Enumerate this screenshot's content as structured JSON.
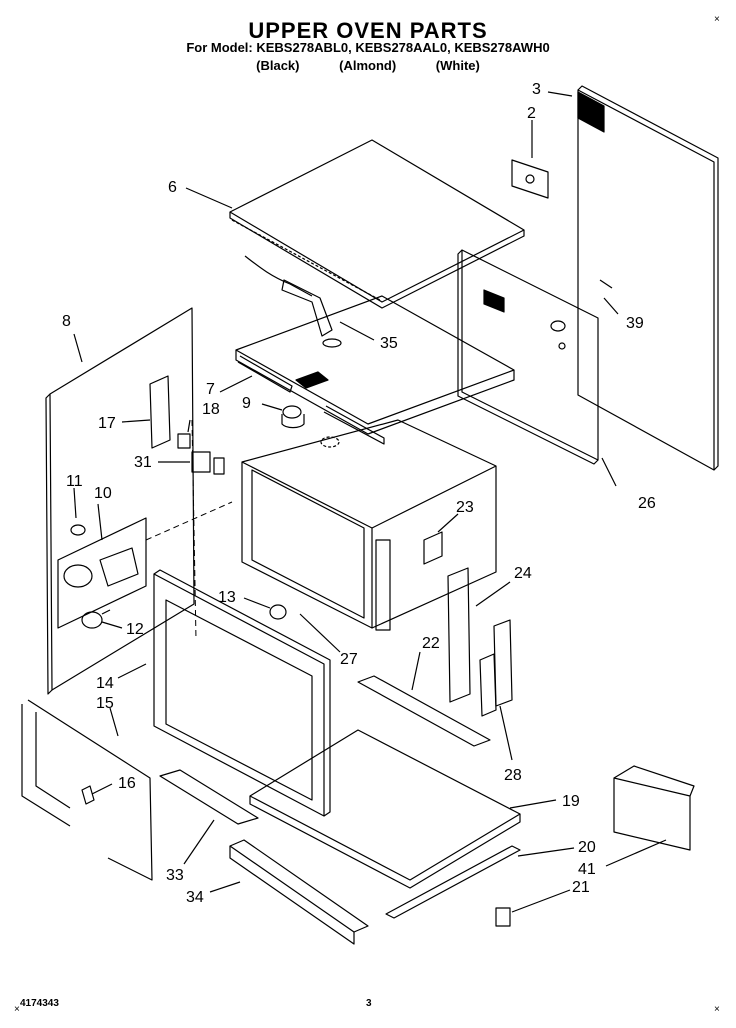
{
  "header": {
    "title": "UPPER OVEN PARTS",
    "models": "For Model: KEBS278ABL0, KEBS278AAL0, KEBS278AWH0",
    "colors": [
      "(Black)",
      "(Almond)",
      "(White)"
    ]
  },
  "callouts": {
    "c2": "2",
    "c3": "3",
    "c6": "6",
    "c7": "7",
    "c8": "8",
    "c9": "9",
    "c10": "10",
    "c11": "11",
    "c12": "12",
    "c13": "13",
    "c14": "14",
    "c15": "15",
    "c16": "16",
    "c17": "17",
    "c18": "18",
    "c19": "19",
    "c20": "20",
    "c21": "21",
    "c22": "22",
    "c23": "23",
    "c24": "24",
    "c26": "26",
    "c27": "27",
    "c28": "28",
    "c31": "31",
    "c33": "33",
    "c34": "34",
    "c35": "35",
    "c39": "39",
    "c41": "41"
  },
  "footer": {
    "doc_number": "4174343",
    "page_number": "3"
  }
}
